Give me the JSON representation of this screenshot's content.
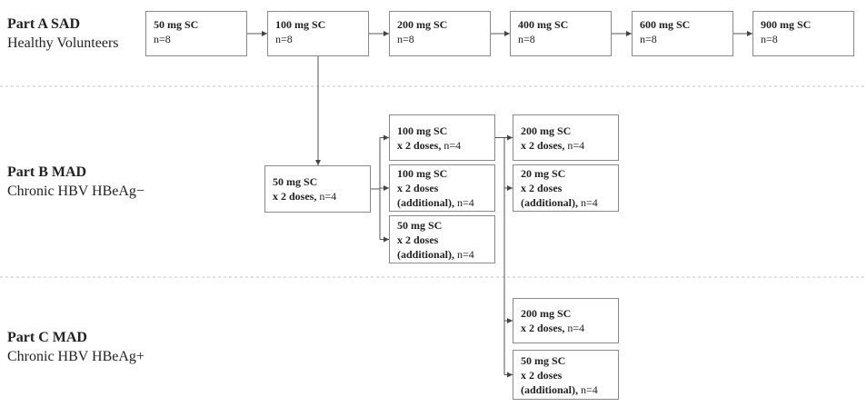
{
  "parts": {
    "a": {
      "title": "Part A SAD",
      "subtitle": "Healthy Volunteers"
    },
    "b": {
      "title": "Part B MAD",
      "subtitle": "Chronic HBV HBeAg−"
    },
    "c": {
      "title": "Part C MAD",
      "subtitle": "Chronic HBV HBeAg+"
    }
  },
  "part_a_boxes": [
    {
      "dose": "50 mg SC",
      "n": "n=8"
    },
    {
      "dose": "100 mg SC",
      "n": "n=8"
    },
    {
      "dose": "200 mg SC",
      "n": "n=8"
    },
    {
      "dose": "400 mg SC",
      "n": "n=8"
    },
    {
      "dose": "600 mg SC",
      "n": "n=8"
    },
    {
      "dose": "900 mg SC",
      "n": "n=8"
    }
  ],
  "part_b_boxes": {
    "start": {
      "dose": "50 mg SC",
      "regimen": "x 2 doses,",
      "n": "n=4"
    },
    "c1": {
      "dose": "100 mg SC",
      "regimen": "x 2 doses,",
      "n": "n=4"
    },
    "c2": {
      "dose": "100 mg SC",
      "regimen": "x 2 doses",
      "extra": "(additional),",
      "n": "n=4"
    },
    "c3": {
      "dose": "50 mg SC",
      "regimen": "x 2 doses",
      "extra": "(additional),",
      "n": "n=4"
    },
    "d1": {
      "dose": "200 mg SC",
      "regimen": "x 2 doses,",
      "n": "n=4"
    },
    "d2": {
      "dose": "20 mg SC",
      "regimen": "x 2 doses",
      "extra": "(additional),",
      "n": "n=4"
    }
  },
  "part_c_boxes": {
    "e1": {
      "dose": "200 mg SC",
      "regimen": "x 2 doses,",
      "n": "n=4"
    },
    "e2": {
      "dose": "50 mg SC",
      "regimen": "x 2 doses",
      "extra": "(additional),",
      "n": "n=4"
    }
  }
}
